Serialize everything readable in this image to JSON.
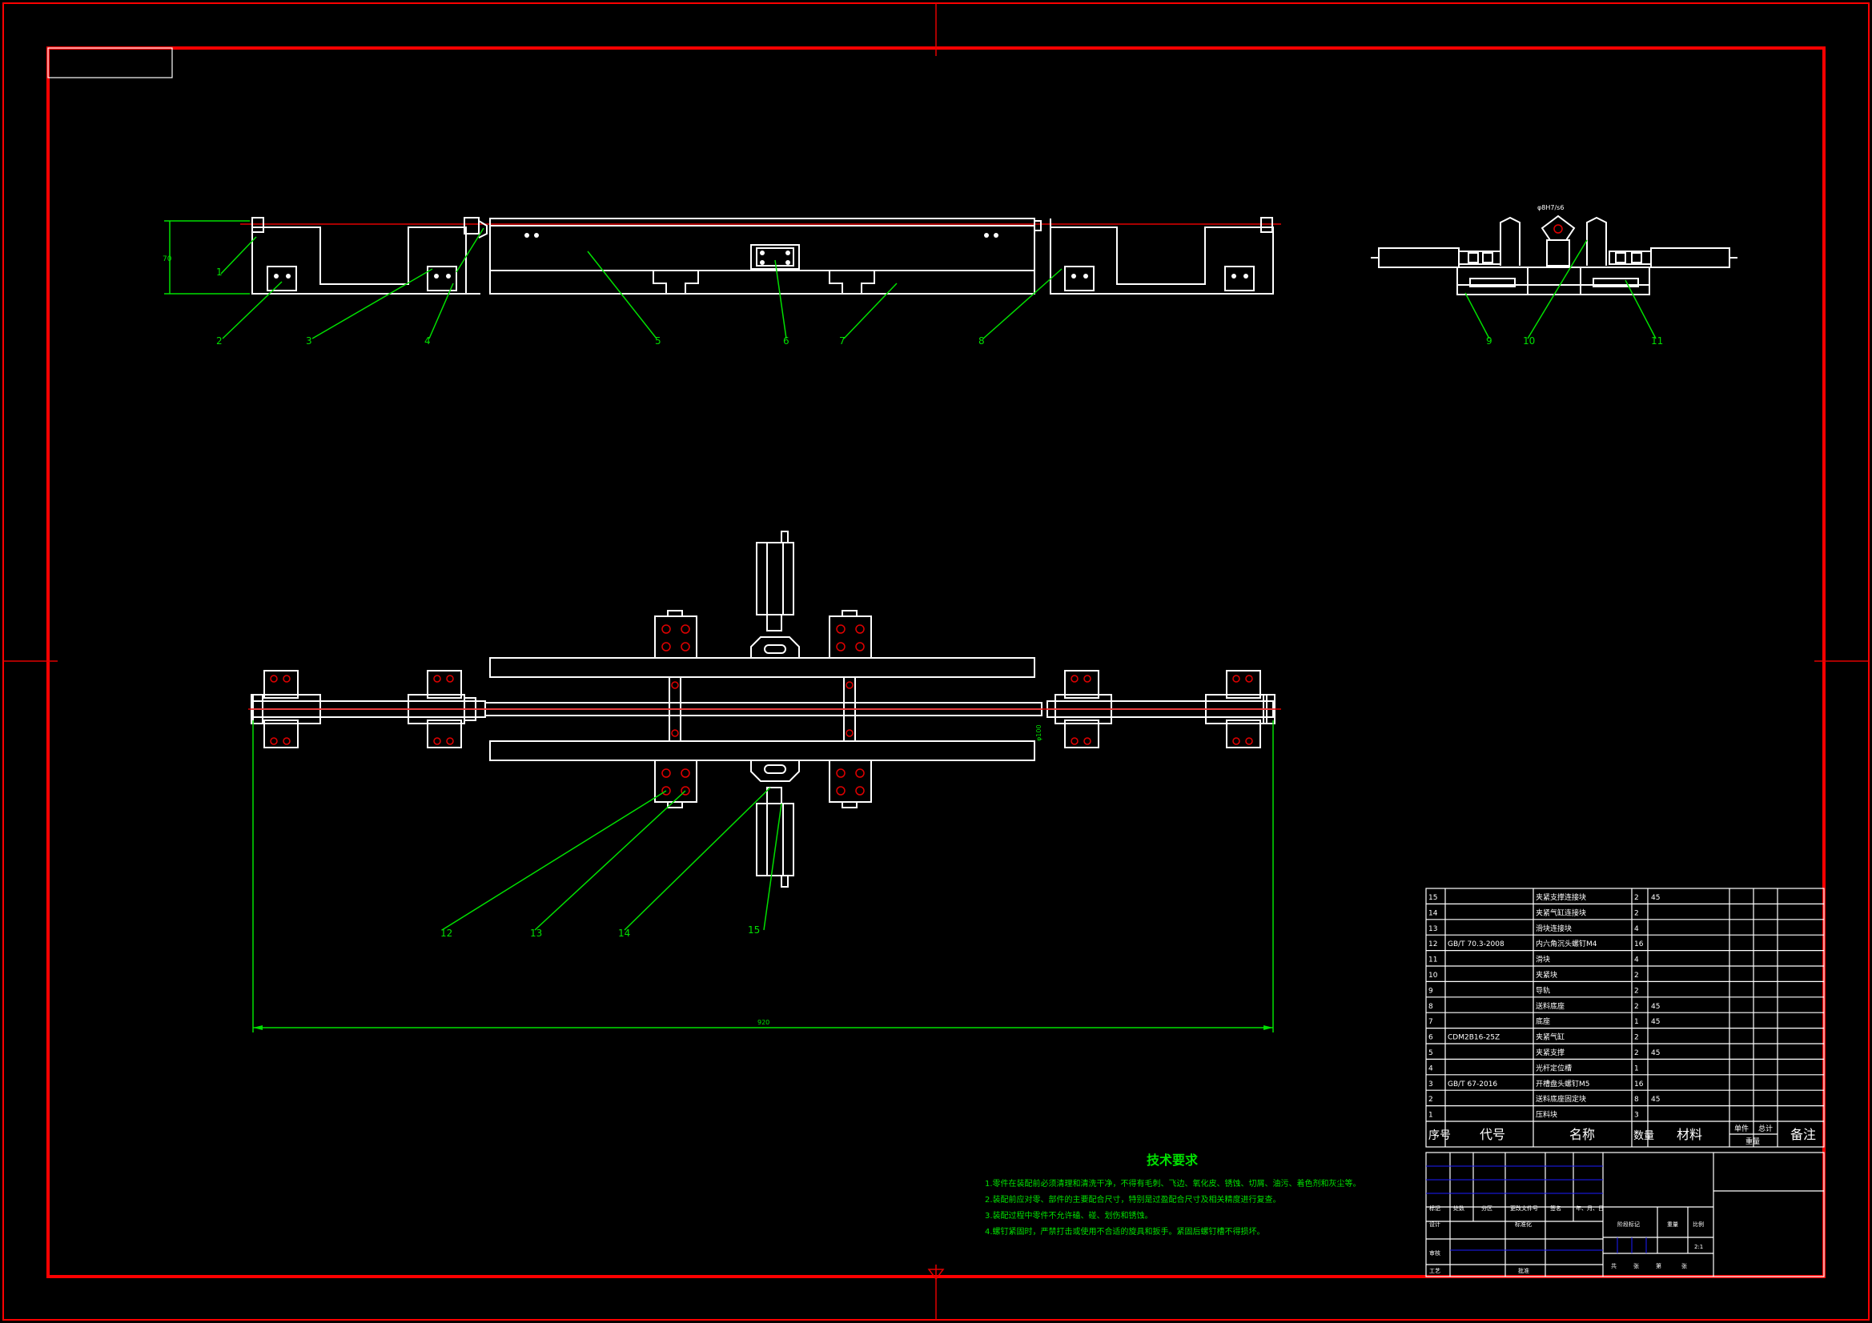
{
  "balloons": [
    "1",
    "2",
    "3",
    "4",
    "5",
    "6",
    "7",
    "8",
    "9",
    "10",
    "11",
    "12",
    "13",
    "14",
    "15"
  ],
  "bom": {
    "headers": {
      "no": "序号",
      "code": "代号",
      "name": "名称",
      "qty": "数量",
      "material": "材料",
      "unit_weight": "单件",
      "total_weight": "总计",
      "weight": "重量",
      "remark": "备注"
    },
    "rows": [
      {
        "no": "15",
        "code": "",
        "name": "夹紧支撑连接块",
        "qty": "2",
        "material": "45"
      },
      {
        "no": "14",
        "code": "",
        "name": "夹紧气缸连接块",
        "qty": "2",
        "material": ""
      },
      {
        "no": "13",
        "code": "",
        "name": "滑块连接块",
        "qty": "4",
        "material": ""
      },
      {
        "no": "12",
        "code": "GB/T 70.3-2008",
        "name": "内六角沉头螺钉M4",
        "qty": "16",
        "material": ""
      },
      {
        "no": "11",
        "code": "",
        "name": "滑块",
        "qty": "4",
        "material": ""
      },
      {
        "no": "10",
        "code": "",
        "name": "夹紧块",
        "qty": "2",
        "material": ""
      },
      {
        "no": "9",
        "code": "",
        "name": "导轨",
        "qty": "2",
        "material": ""
      },
      {
        "no": "8",
        "code": "",
        "name": "送料底座",
        "qty": "2",
        "material": "45"
      },
      {
        "no": "7",
        "code": "",
        "name": "底座",
        "qty": "1",
        "material": "45"
      },
      {
        "no": "6",
        "code": "CDM2B16-25Z",
        "name": "夹紧气缸",
        "qty": "2",
        "material": ""
      },
      {
        "no": "5",
        "code": "",
        "name": "夹紧支撑",
        "qty": "2",
        "material": "45"
      },
      {
        "no": "4",
        "code": "",
        "name": "光杆定位槽",
        "qty": "1",
        "material": ""
      },
      {
        "no": "3",
        "code": "GB/T 67-2016",
        "name": "开槽盘头螺钉M5",
        "qty": "16",
        "material": ""
      },
      {
        "no": "2",
        "code": "",
        "name": "送料底座固定块",
        "qty": "8",
        "material": "45"
      },
      {
        "no": "1",
        "code": "",
        "name": "压料块",
        "qty": "3",
        "material": ""
      }
    ]
  },
  "tech_req": {
    "title": "技术要求",
    "items": [
      "1.零件在装配前必须清理和清洗干净，不得有毛刺、飞边、氧化皮、锈蚀、切屑、油污、着色剂和灰尘等。",
      "2.装配前应对零、部件的主要配合尺寸，特别是过盈配合尺寸及相关精度进行复查。",
      "3.装配过程中零件不允许磕、碰、划伤和锈蚀。",
      "4.螺钉紧固时，严禁打击或使用不合适的旋具和扳手。紧固后螺钉槽不得损坏。"
    ]
  },
  "title_block": {
    "labels": [
      "标记",
      "处数",
      "分区",
      "更改文件号",
      "签名",
      "年、月、日",
      "设计",
      "标准化",
      "阶段标记",
      "重量",
      "比例",
      "审核",
      "工艺",
      "批准",
      "共",
      "张",
      "第",
      "张"
    ],
    "scale": "2:1"
  },
  "dims": {
    "overall": "920",
    "height": "70"
  }
}
